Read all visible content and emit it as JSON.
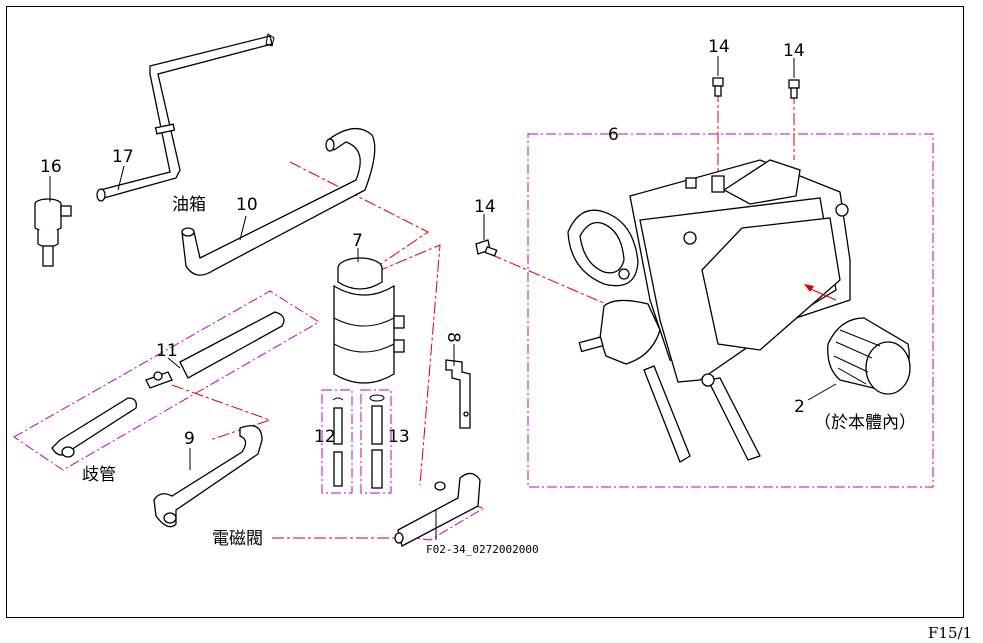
{
  "labels": {
    "p16": "16",
    "p17": "17",
    "p10": "10",
    "fuel_tank": "油箱",
    "p7": "7",
    "p11": "11",
    "p9": "9",
    "branch_pipe": "歧管",
    "solenoid_valve": "電磁閥",
    "p12": "12",
    "p13": "13",
    "p8": "8",
    "p14a": "14",
    "p14b": "14",
    "p14c": "14",
    "p6": "6",
    "p2": "2",
    "in_body": "（於本體內）",
    "drawing_code": "F02-34_0272002000",
    "page_ref": "F15/1"
  },
  "colors": {
    "group_boundary": "#c000c0",
    "connection_line": "#e00000",
    "line_art": "#000000"
  }
}
